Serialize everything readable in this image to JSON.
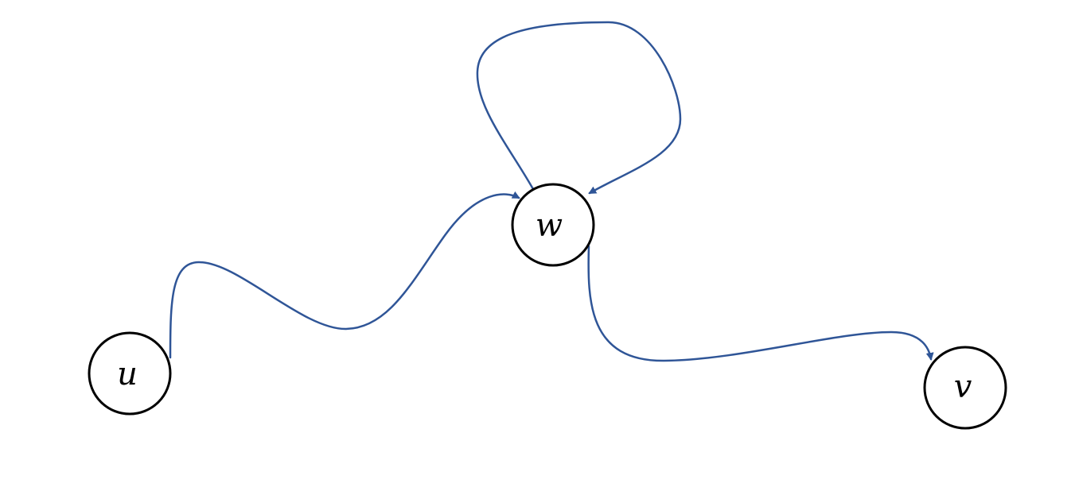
{
  "diagram": {
    "nodes": [
      {
        "id": "u",
        "label": "u"
      },
      {
        "id": "w",
        "label": "w"
      },
      {
        "id": "v",
        "label": "v"
      }
    ],
    "edges": [
      {
        "from": "u",
        "to": "w"
      },
      {
        "from": "w",
        "to": "w"
      },
      {
        "from": "w",
        "to": "v"
      }
    ],
    "colors": {
      "edge": "#2F5597",
      "node_stroke": "#000000",
      "node_fill": "#FFFFFF"
    }
  }
}
